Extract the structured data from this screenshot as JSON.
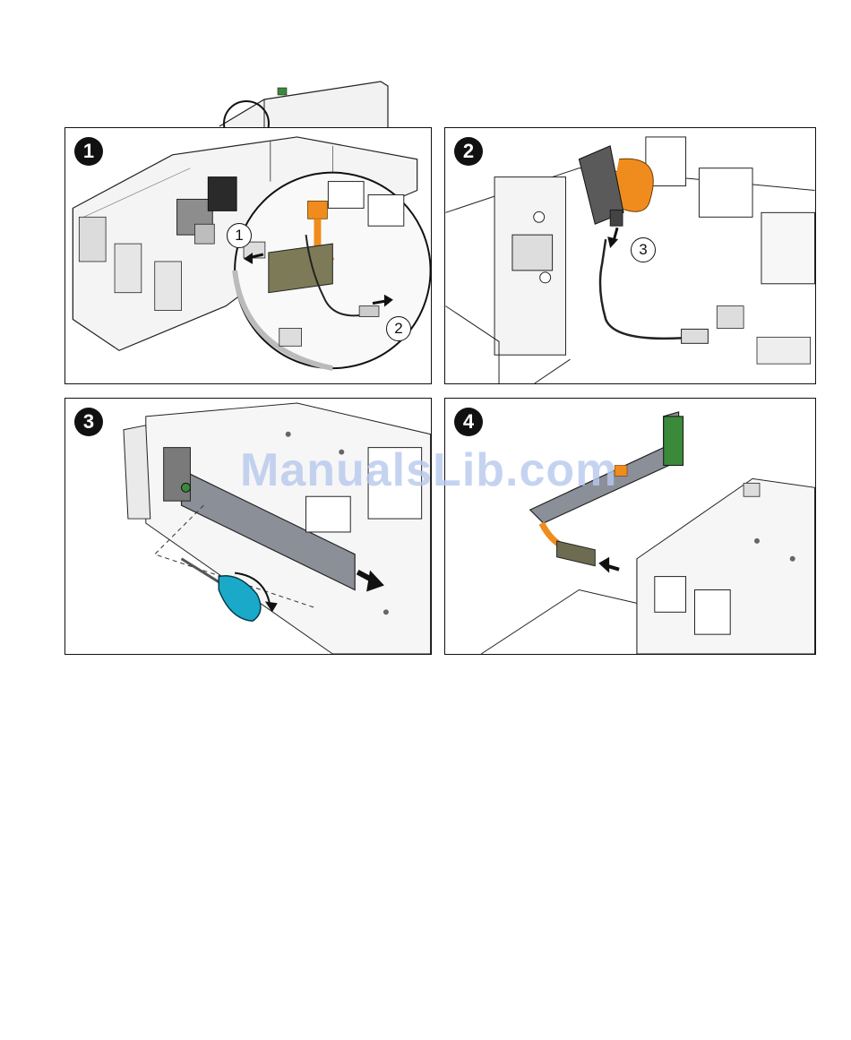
{
  "steps": [
    {
      "number": "1",
      "callouts": [
        "1",
        "2"
      ]
    },
    {
      "number": "2",
      "callouts": [
        "3"
      ]
    },
    {
      "number": "3",
      "callouts": []
    },
    {
      "number": "4",
      "callouts": []
    }
  ],
  "watermark": "ManualsLib.com",
  "colors": {
    "cable_orange": "#f08c1e",
    "board_green": "#3a8a3a",
    "screwdriver_blue": "#1aa9c9"
  }
}
